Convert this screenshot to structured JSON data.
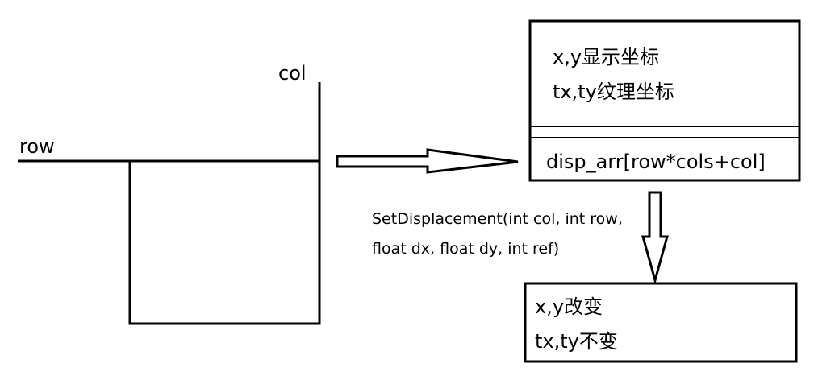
{
  "labels": {
    "col": "col",
    "row": "row"
  },
  "vertex_box": {
    "line1": "x,y显示坐标",
    "line2": "tx,ty纹理坐标",
    "line3": "disp_arr[row*cols+col]"
  },
  "signature": {
    "line1": "SetDisplacement(int col, int row,",
    "line2": "float dx, float dy, int ref)"
  },
  "result_box": {
    "line1": "x,y改变",
    "line2": "tx,ty不变"
  },
  "colors": {
    "stroke": "#000000",
    "background": "#ffffff"
  }
}
